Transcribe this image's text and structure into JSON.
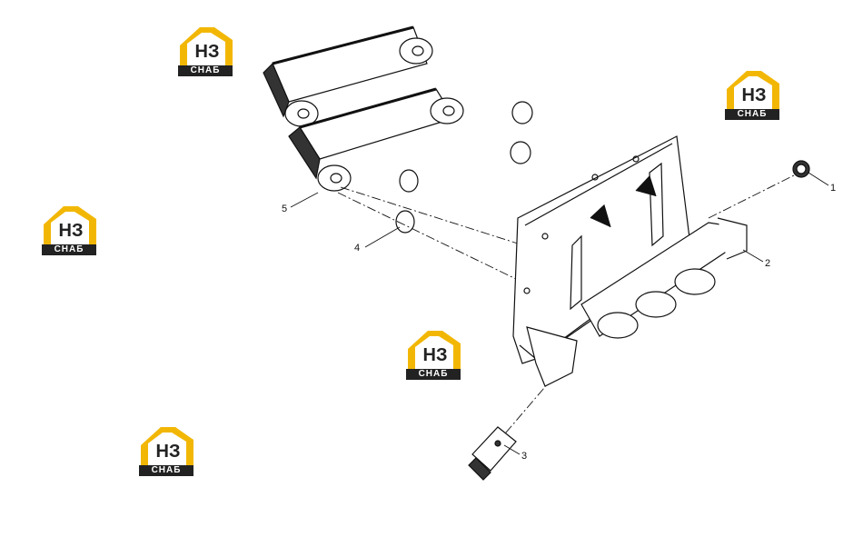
{
  "logo": {
    "mark": "НЗ",
    "text": "СНАБ",
    "colors": {
      "accent": "#F2B705",
      "dark": "#222222"
    }
  },
  "callouts": [
    "1",
    "2",
    "3",
    "4",
    "5"
  ]
}
